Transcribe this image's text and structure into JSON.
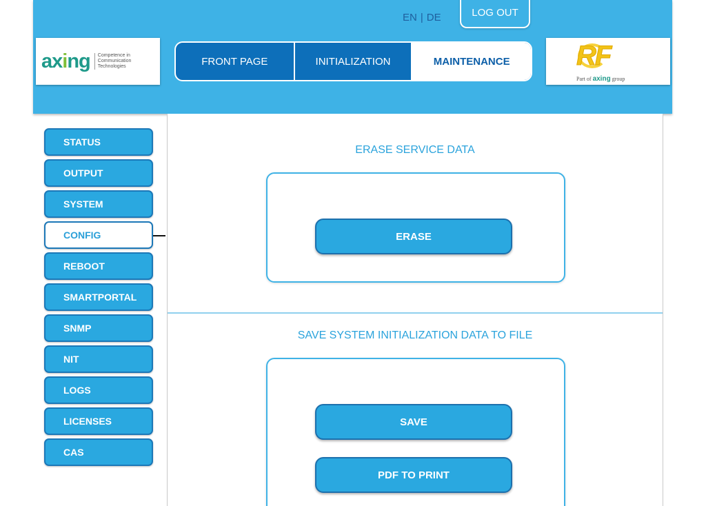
{
  "header": {
    "languages": [
      "EN",
      "DE"
    ],
    "lang_separator": "|",
    "logout_label": "LOG OUT",
    "logo_left": {
      "brand_a": "ax",
      "brand_i": "i",
      "brand_b": "ng",
      "tagline": [
        "Competence in",
        "Communication",
        "Technologies"
      ]
    },
    "logo_right": {
      "mark": "RF",
      "part_of": "Part of",
      "group_brand": "axing",
      "group_word": "group"
    }
  },
  "tabs": [
    {
      "label": "FRONT PAGE",
      "active": false
    },
    {
      "label": "INITIALIZATION",
      "active": false
    },
    {
      "label": "MAINTENANCE",
      "active": true
    }
  ],
  "sidebar": {
    "items": [
      {
        "label": "STATUS",
        "active": false
      },
      {
        "label": "OUTPUT",
        "active": false
      },
      {
        "label": "SYSTEM",
        "active": false
      },
      {
        "label": "CONFIG",
        "active": true
      },
      {
        "label": "REBOOT",
        "active": false
      },
      {
        "label": "SMARTPORTAL",
        "active": false
      },
      {
        "label": "SNMP",
        "active": false
      },
      {
        "label": "NIT",
        "active": false
      },
      {
        "label": "LOGS",
        "active": false
      },
      {
        "label": "LICENSES",
        "active": false
      },
      {
        "label": "CAS",
        "active": false
      }
    ]
  },
  "main": {
    "erase_section": {
      "title": "ERASE SERVICE DATA",
      "button": "ERASE"
    },
    "save_section": {
      "title": "SAVE SYSTEM INITIALIZATION DATA TO FILE",
      "save_button": "SAVE",
      "pdf_button": "PDF TO PRINT"
    }
  },
  "colors": {
    "header_bg": "#3eb2e6",
    "button_bg": "#2aa8e0",
    "button_border": "#1c78b8",
    "active_tab_text": "#0d5fa8"
  }
}
